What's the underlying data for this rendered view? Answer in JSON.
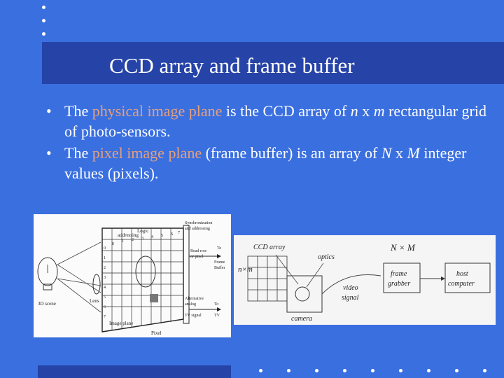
{
  "slide": {
    "title": "CCD array and frame buffer",
    "bullet_mark": "•",
    "bullets": [
      {
        "t1": "The ",
        "hl": "physical image plane",
        "t2": " is the CCD array of ",
        "v1": "n",
        "t3": " x ",
        "v2": "m",
        "t4": " rectangular grid of photo-sensors."
      },
      {
        "t1": "The ",
        "hl": "pixel image plane",
        "t2": " (frame buffer) is an array of   ",
        "v1": "N",
        "t3": " x ",
        "v2": "M",
        "t4": " integer values (pixels)."
      }
    ]
  },
  "figure_left": {
    "top_label": "Logic",
    "addressing": "addressing",
    "sync": "Synchronization",
    "and_addr": "and addressing",
    "col_numbers": [
      "0",
      "1",
      "2",
      "3",
      "4",
      "5",
      "6",
      "7"
    ],
    "row_numbers": [
      "0",
      "1",
      "2",
      "3",
      "4",
      "5",
      "6",
      "7"
    ],
    "read_row": "Read row",
    "or_pixel": "or pixel",
    "to": "To",
    "frame": "Frame",
    "buffer": "Buffer",
    "alternative": "Alternative",
    "analog": "analog",
    "tv_signal": "TV signal",
    "to_tv": "To",
    "tv": "TV",
    "scene": "3D scene",
    "lens": "Lens",
    "image_plane": "Image plane",
    "pixel": "Pixel"
  },
  "figure_right": {
    "ccd_array": "CCD array",
    "optics": "optics",
    "nxm": "n×m",
    "NxM": "N × M",
    "frame": "frame",
    "grabber": "grabber",
    "host": "host",
    "computer": "computer",
    "video": "video",
    "signal": "signal",
    "camera": "camera"
  },
  "colors": {
    "background": "#3a6fe0",
    "title_bar": "#2643a8",
    "highlight": "#e6a07a"
  }
}
